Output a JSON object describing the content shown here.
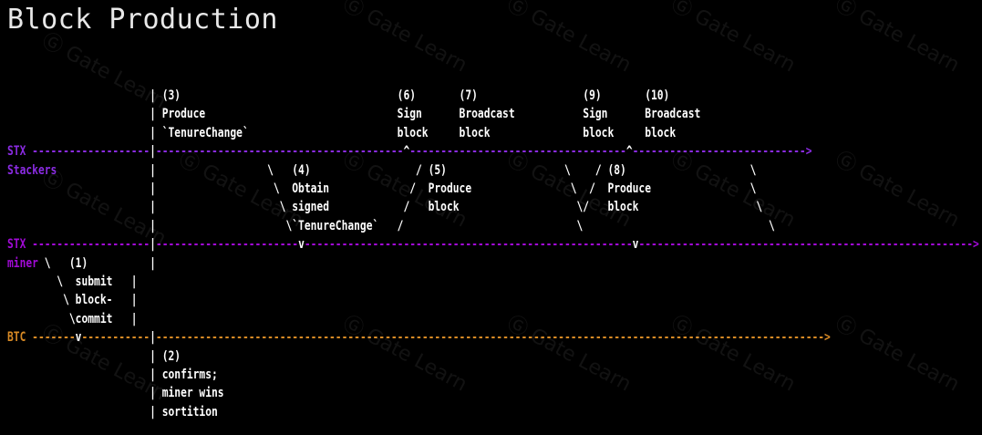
{
  "title": "Block Production",
  "colors": {
    "stx_stackers": "#8a2be2",
    "stx_miner": "#a10ad6",
    "btc": "#d88a25",
    "text": "#ffffff"
  },
  "watermark": "Gate Learn",
  "lines": [
    {
      "segs": [
        {
          "c": "w",
          "t": "                       | (3)                                   (6)       (7)                 (9)       (10)"
        }
      ]
    },
    {
      "segs": [
        {
          "c": "w",
          "t": "                       | Produce                               Sign      Broadcast           Sign      Broadcast"
        }
      ]
    },
    {
      "segs": [
        {
          "c": "w",
          "t": "                       | `TenureChange`                        block     block               block     block"
        }
      ]
    },
    {
      "segs": [
        {
          "c": "p",
          "t": "STX "
        },
        {
          "c": "p",
          "t": "-------------------"
        },
        {
          "c": "w",
          "t": "|"
        },
        {
          "c": "p",
          "t": "----------------------------------------"
        },
        {
          "c": "w",
          "t": "^"
        },
        {
          "c": "p",
          "t": "-----------------------------------"
        },
        {
          "c": "w",
          "t": "^"
        },
        {
          "c": "p",
          "t": "---------------------------->"
        }
      ]
    },
    {
      "segs": [
        {
          "c": "p",
          "t": "Stackers"
        },
        {
          "c": "w",
          "t": "               |                  \\   (4)                 / (5)                   \\    / (8)                    \\"
        }
      ]
    },
    {
      "segs": [
        {
          "c": "w",
          "t": "                       |                   \\  Obtain             /  Produce                \\  /  Produce                \\"
        }
      ]
    },
    {
      "segs": [
        {
          "c": "w",
          "t": "                       |                    \\ signed            /   block                   \\/   block                   \\"
        }
      ]
    },
    {
      "segs": [
        {
          "c": "w",
          "t": "                       |                     \\`TenureChange`   /                            \\                              \\"
        }
      ]
    },
    {
      "segs": [
        {
          "c": "m",
          "t": "STX "
        },
        {
          "c": "m",
          "t": "-------------------"
        },
        {
          "c": "w",
          "t": "|"
        },
        {
          "c": "m",
          "t": "-----------------------"
        },
        {
          "c": "w",
          "t": "v"
        },
        {
          "c": "m",
          "t": "-----------------------------------------------------"
        },
        {
          "c": "w",
          "t": "v"
        },
        {
          "c": "m",
          "t": "------------------------------------------------------>"
        }
      ]
    },
    {
      "segs": [
        {
          "c": "m",
          "t": "miner"
        },
        {
          "c": "w",
          "t": " \\   (1)          |"
        }
      ]
    },
    {
      "segs": [
        {
          "c": "w",
          "t": "        \\  submit   |"
        }
      ]
    },
    {
      "segs": [
        {
          "c": "w",
          "t": "         \\ block-   |"
        }
      ]
    },
    {
      "segs": [
        {
          "c": "w",
          "t": "          \\commit   |"
        }
      ]
    },
    {
      "segs": [
        {
          "c": "o",
          "t": "BTC "
        },
        {
          "c": "o",
          "t": "-------"
        },
        {
          "c": "w",
          "t": "v"
        },
        {
          "c": "o",
          "t": "-----------"
        },
        {
          "c": "w",
          "t": "|"
        },
        {
          "c": "o",
          "t": "------------------------------------------------------------------------------------------------------------>"
        }
      ]
    },
    {
      "segs": [
        {
          "c": "w",
          "t": "                       | (2)"
        }
      ]
    },
    {
      "segs": [
        {
          "c": "w",
          "t": "                       | confirms;"
        }
      ]
    },
    {
      "segs": [
        {
          "c": "w",
          "t": "                       | miner wins"
        }
      ]
    },
    {
      "segs": [
        {
          "c": "w",
          "t": "                       | sortition"
        }
      ]
    }
  ]
}
